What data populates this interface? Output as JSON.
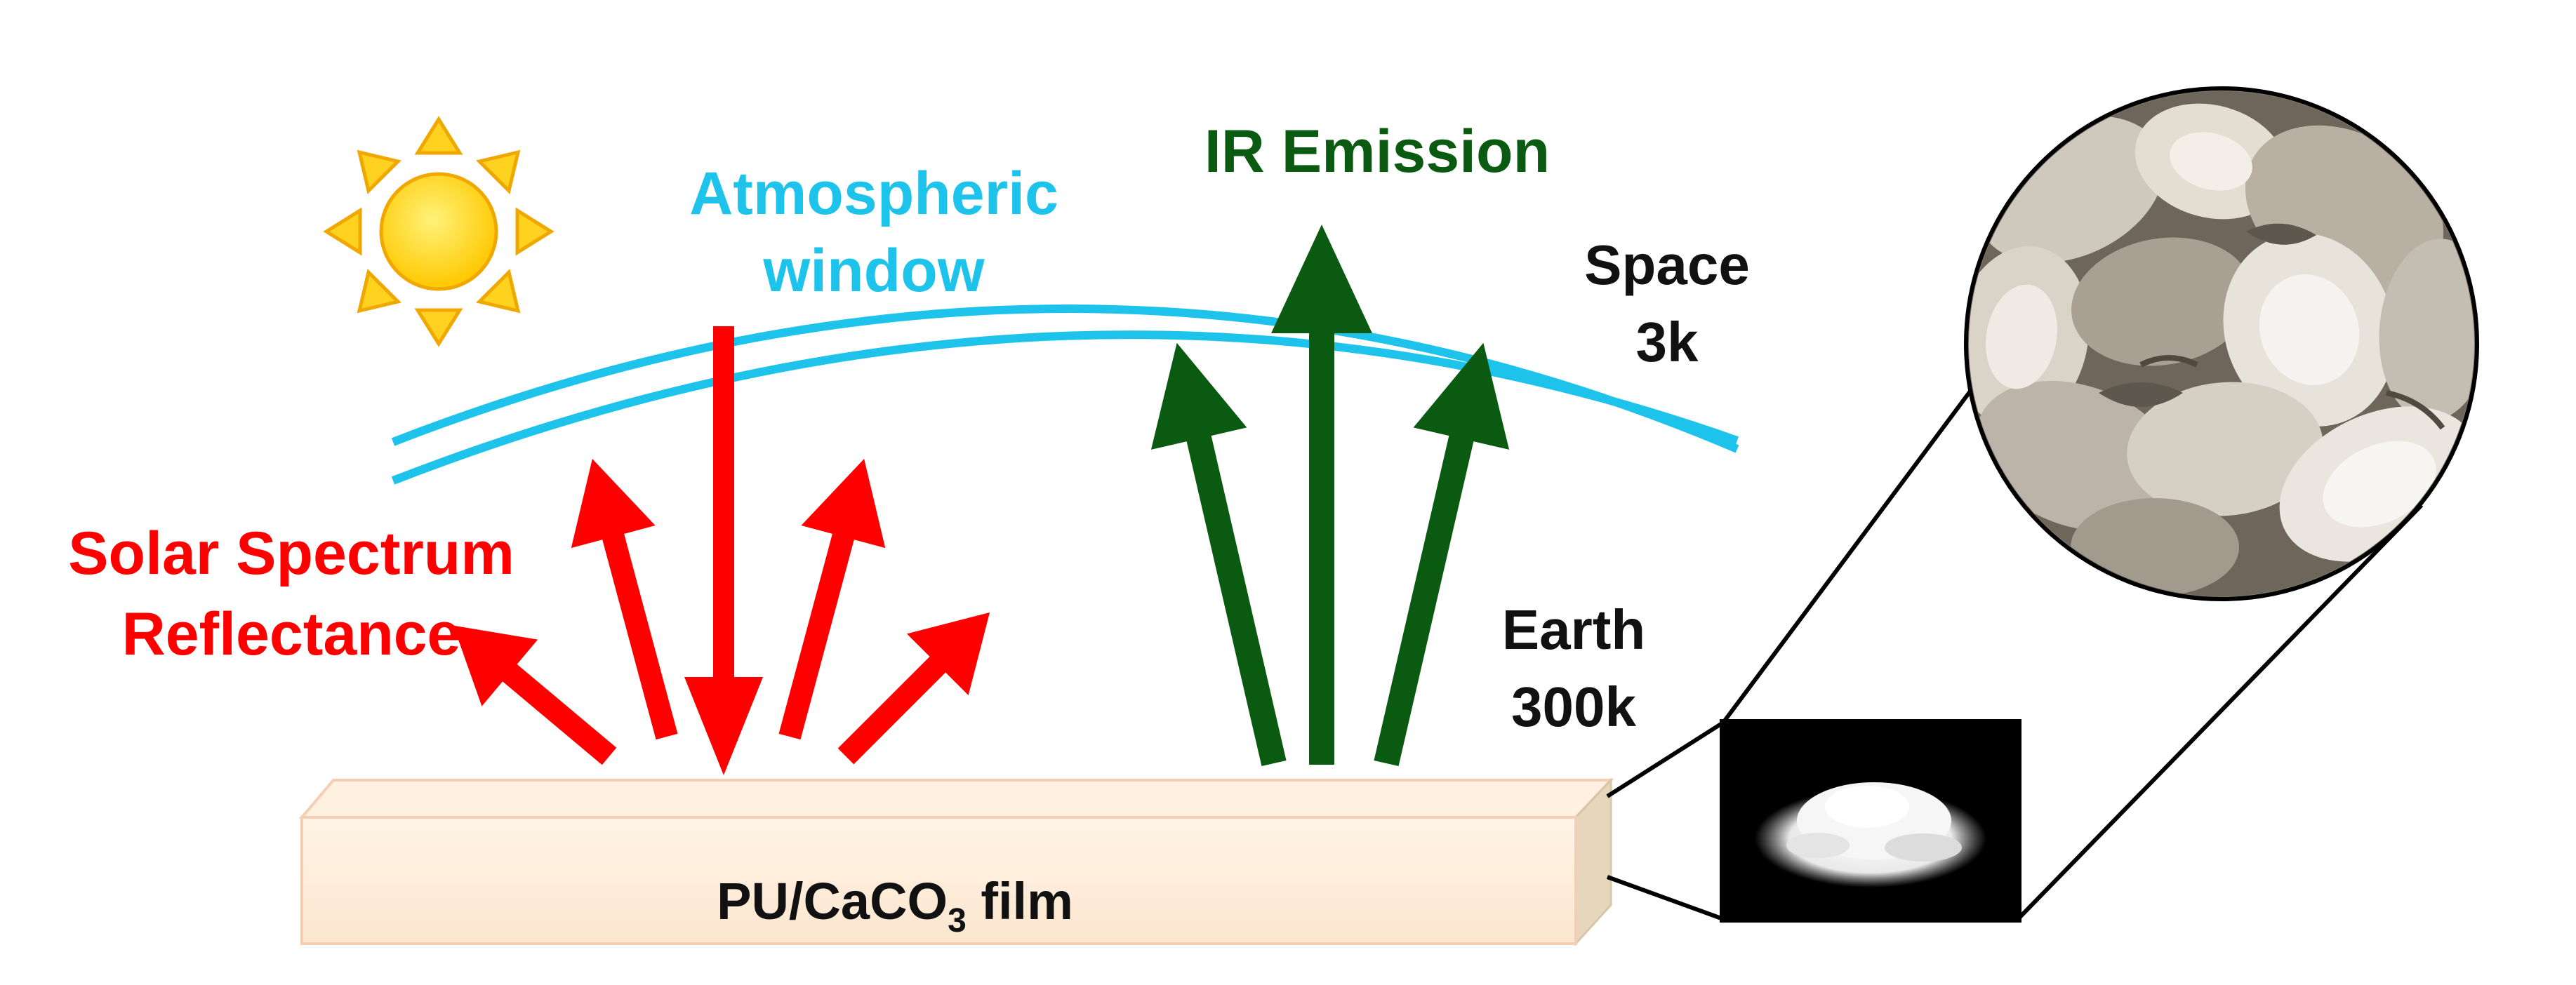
{
  "labels": {
    "atmo_line1": "Atmospheric",
    "atmo_line2": "window",
    "ir": "IR Emission",
    "space_line1": "Space",
    "space_line2": "3k",
    "solar_line1": "Solar Spectrum",
    "solar_line2": "Reflectance",
    "earth_line1": "Earth",
    "earth_line2": "300k",
    "film_prefix": "PU/CaCO",
    "film_sub": "3",
    "film_suffix": " film"
  },
  "colors": {
    "red": "#ff0000",
    "green": "#0b5a12",
    "cyan": "#1ec3ec",
    "sun": "#ffd21f",
    "film_face": "#fdebd3",
    "film_edge": "#e6d6bc"
  },
  "icons": {
    "sun": "sun-icon",
    "shells": "oyster-shells-photo",
    "powder": "white-powder-photo"
  }
}
